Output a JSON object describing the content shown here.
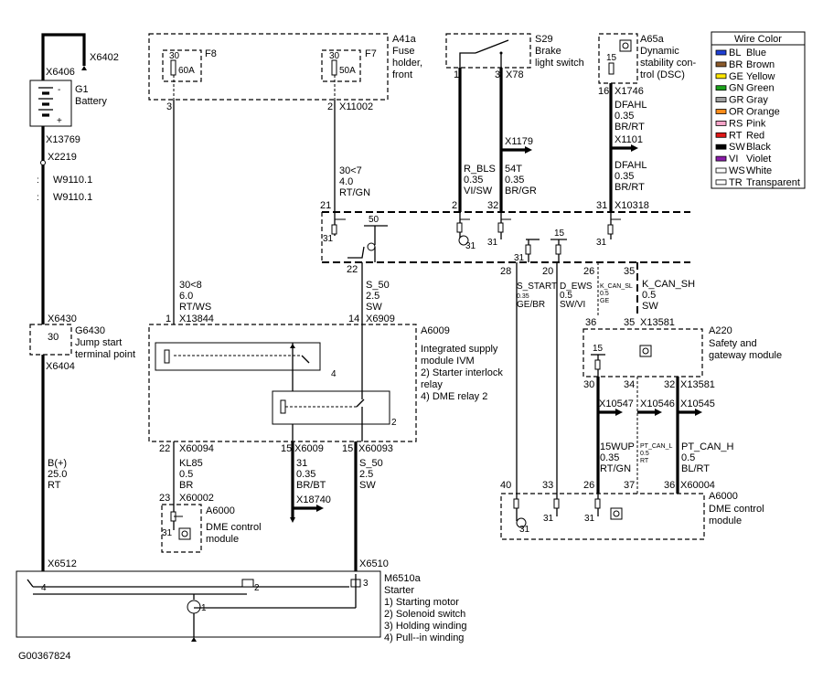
{
  "figure_id": "G00367824",
  "legend": {
    "title": "Wire Color",
    "items": [
      {
        "code": "BL",
        "name": "Blue",
        "color": "#1f3fd6"
      },
      {
        "code": "BR",
        "name": "Brown",
        "color": "#8b5a2b"
      },
      {
        "code": "GE",
        "name": "Yellow",
        "color": "#ffe600"
      },
      {
        "code": "GN",
        "name": "Green",
        "color": "#1ca21c"
      },
      {
        "code": "GR",
        "name": "Gray",
        "color": "#a0a0a0"
      },
      {
        "code": "OR",
        "name": "Orange",
        "color": "#ff8c1a"
      },
      {
        "code": "RS",
        "name": "Pink",
        "color": "#f5a3c7"
      },
      {
        "code": "RT",
        "name": "Red",
        "color": "#e01818"
      },
      {
        "code": "SW",
        "name": "Black",
        "color": "#000000"
      },
      {
        "code": "VI",
        "name": "Violet",
        "color": "#8a1ca8"
      },
      {
        "code": "WS",
        "name": "White",
        "color": "#ffffff"
      },
      {
        "code": "TR",
        "name": "Transparent",
        "color": "#ffffff"
      }
    ]
  },
  "battery": {
    "connector_top": "X6402",
    "connector": "X6406",
    "id": "G1",
    "name": "Battery",
    "minus": "-",
    "plus": "+",
    "connector_bottom": "X13769"
  },
  "battery_wire": {
    "c1": "X2219",
    "c2": "W9110.1",
    "c3": "W9110.1"
  },
  "jump_start": {
    "top": "X6430",
    "id": "G6430",
    "name1": "Jump start",
    "name2": "terminal point",
    "pin": "30",
    "bottom": "X6404"
  },
  "wire_bplus": {
    "signal": "B(+)",
    "size": "25.0",
    "color": "RT"
  },
  "fuse_holder": {
    "id": "A41a",
    "line1": "Fuse",
    "line2": "holder,",
    "line3": "front",
    "f8_label": "F8",
    "f8_term": "30",
    "f8_rating": "60A",
    "f7_label": "F7",
    "f7_term": "30",
    "f7_rating": "50A",
    "pin_left": "3",
    "pin_right": "2",
    "conn_right": "X11002"
  },
  "wire_30lt7": {
    "signal": "30<7",
    "size": "4.0",
    "color": "RT/GN"
  },
  "wire_30lt8": {
    "signal": "30<8",
    "size": "6.0",
    "color": "RT/WS"
  },
  "brake_switch": {
    "id": "S29",
    "line1": "Brake",
    "line2": "light switch",
    "pin1": "1",
    "pin3": "3",
    "conn": "X78"
  },
  "wire_rbls": {
    "signal": "R_BLS",
    "size": "0.35",
    "color": "VI/SW"
  },
  "wire_54t": {
    "conn": "X1179",
    "signal": "54T",
    "size": "0.35",
    "color": "BR/GR"
  },
  "dsc": {
    "id": "A65a",
    "line1": "Dynamic",
    "line2": "stability con-",
    "line3": "trol (DSC)",
    "pin_in": "15",
    "pin": "16",
    "conn": "X1746"
  },
  "wire_dfahl1": {
    "signal": "DFAHL",
    "size": "0.35",
    "color": "BR/RT"
  },
  "wire_dfahl2": {
    "conn": "X1101",
    "signal": "DFAHL",
    "size": "0.35",
    "color": "BR/RT"
  },
  "ivm_top": {
    "pin21": "21",
    "pin2": "2",
    "pin32": "32",
    "pin31": "31",
    "conn": "X10318",
    "gnd": "31",
    "term50": "50",
    "term15": "15",
    "pin22": "22",
    "pin28": "28",
    "pin20": "20",
    "pin26": "26",
    "pin35": "35"
  },
  "wire_s50_top": {
    "signal": "S_50",
    "size": "2.5",
    "color": "SW"
  },
  "wire_sstart": {
    "signal": "S_START",
    "size": "0.35",
    "color": "GE/BR"
  },
  "wire_dews": {
    "signal": "D_EWS",
    "size": "0.5",
    "color": "SW/VI"
  },
  "wire_kcansl": {
    "signal": "K_CAN_SL",
    "size": "0.5",
    "color": "GE"
  },
  "wire_kcansh": {
    "signal": "K_CAN_SH",
    "size": "0.5",
    "color": "SW"
  },
  "ivm": {
    "id": "A6009",
    "line1": "Integrated supply",
    "line2": "module IVM",
    "line3": "2) Starter interlock",
    "line4": "relay",
    "line5": "4) DME relay 2",
    "pin1": "1",
    "conn1": "X13844",
    "pin14": "14",
    "conn14": "X6909",
    "relay4": "4",
    "relay2": "2",
    "pin22b": "22",
    "conn22b": "X60094",
    "pin15a": "15",
    "conn15a": "X6009",
    "pin15b": "15",
    "conn15b": "X60093"
  },
  "wire_kl85": {
    "signal": "KL85",
    "size": "0.5",
    "color": "BR"
  },
  "wire_31": {
    "signal": "31",
    "size": "0.35",
    "color": "BR/BT",
    "conn": "X18740"
  },
  "wire_s50_bot": {
    "signal": "S_50",
    "size": "2.5",
    "color": "SW"
  },
  "dme_small": {
    "pin": "23",
    "conn": "X60002",
    "id": "A6000",
    "line1": "DME control",
    "line2": "module",
    "gnd": "31"
  },
  "gateway": {
    "pin36": "36",
    "pin35": "35",
    "conn": "X13581",
    "id": "A220",
    "line1": "Safety and",
    "line2": "gateway module",
    "term15": "15",
    "pin30": "30",
    "pin34": "34",
    "pin32": "32",
    "conn2": "X13581"
  },
  "wire_15wup": {
    "conn": "X10547",
    "signal": "15WUP",
    "size": "0.35",
    "color": "RT/GN"
  },
  "wire_ptcanl": {
    "conn": "X10546",
    "signal": "PT_CAN_L",
    "size": "0.5",
    "color": "RT"
  },
  "wire_ptcanh": {
    "conn": "X10545",
    "signal": "PT_CAN_H",
    "size": "0.5",
    "color": "BL/RT"
  },
  "dme_big": {
    "pin40": "40",
    "pin33": "33",
    "pin26": "26",
    "pin37": "37",
    "pin36": "36",
    "conn": "X60004",
    "id": "A6000",
    "line1": "DME control",
    "line2": "module",
    "gnd1": "31",
    "gnd2": "31",
    "gnd3": "31"
  },
  "starter": {
    "conn_left": "X6512",
    "conn_right": "X6510",
    "id": "M6510a",
    "name": "Starter",
    "line1": "1) Starting motor",
    "line2": "2) Solenoid switch",
    "line3": "3) Holding winding",
    "line4": "4) Pull--in winding",
    "n1": "1",
    "n2": "2",
    "n3": "3",
    "n4": "4"
  }
}
